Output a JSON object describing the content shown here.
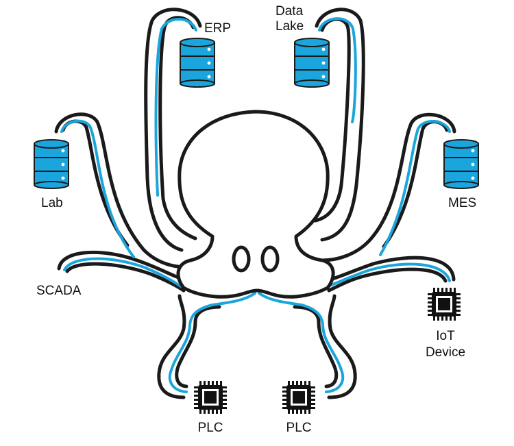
{
  "colors": {
    "outline": "#1a1a1a",
    "accent": "#1aa6dc",
    "background": "#ffffff",
    "chip": "#111111"
  },
  "nodes": {
    "erp": {
      "label": "ERP",
      "icon": "database-icon"
    },
    "data_lake": {
      "line1": "Data",
      "line2": "Lake",
      "icon": "database-icon"
    },
    "lab": {
      "label": "Lab",
      "icon": "database-icon"
    },
    "mes": {
      "label": "MES",
      "icon": "database-icon"
    },
    "scada": {
      "label": "SCADA"
    },
    "iot_device": {
      "line1": "IoT",
      "line2": "Device",
      "icon": "chip-icon"
    },
    "plc_left": {
      "label": "PLC",
      "icon": "chip-icon"
    },
    "plc_right": {
      "label": "PLC",
      "icon": "chip-icon"
    }
  }
}
